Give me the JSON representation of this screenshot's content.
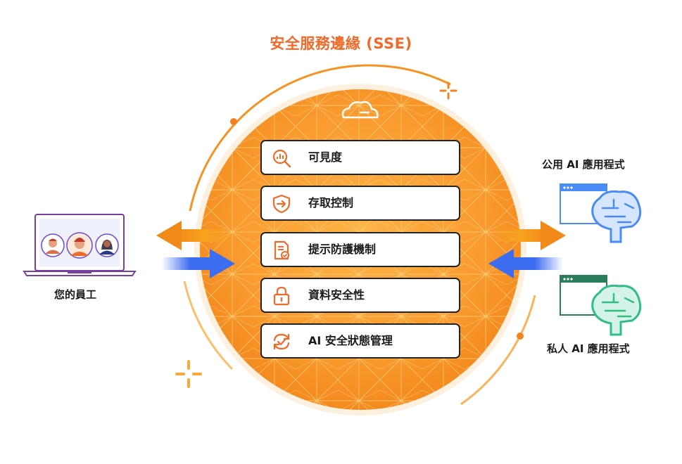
{
  "title": "安全服務邊緣 (SSE)",
  "employees_label": "您的員工",
  "public_ai_label": "公用 AI 應用程式",
  "private_ai_label": "私人 AI 應用程式",
  "features": [
    {
      "label": "可見度",
      "icon": "magnifier-chart-icon"
    },
    {
      "label": "存取控制",
      "icon": "shield-arrow-icon"
    },
    {
      "label": "提示防護機制",
      "icon": "document-check-icon"
    },
    {
      "label": "資料安全性",
      "icon": "padlock-icon"
    },
    {
      "label": "AI 安全狀態管理",
      "icon": "refresh-check-icon"
    }
  ],
  "colors": {
    "accent": "#f6821f",
    "title": "#f06a2a",
    "inbound_arrow": "#3c6df0",
    "outbound_arrow": "#f6a21f",
    "public_brain": "#4a8cf7",
    "private_brain": "#2fbf85"
  }
}
